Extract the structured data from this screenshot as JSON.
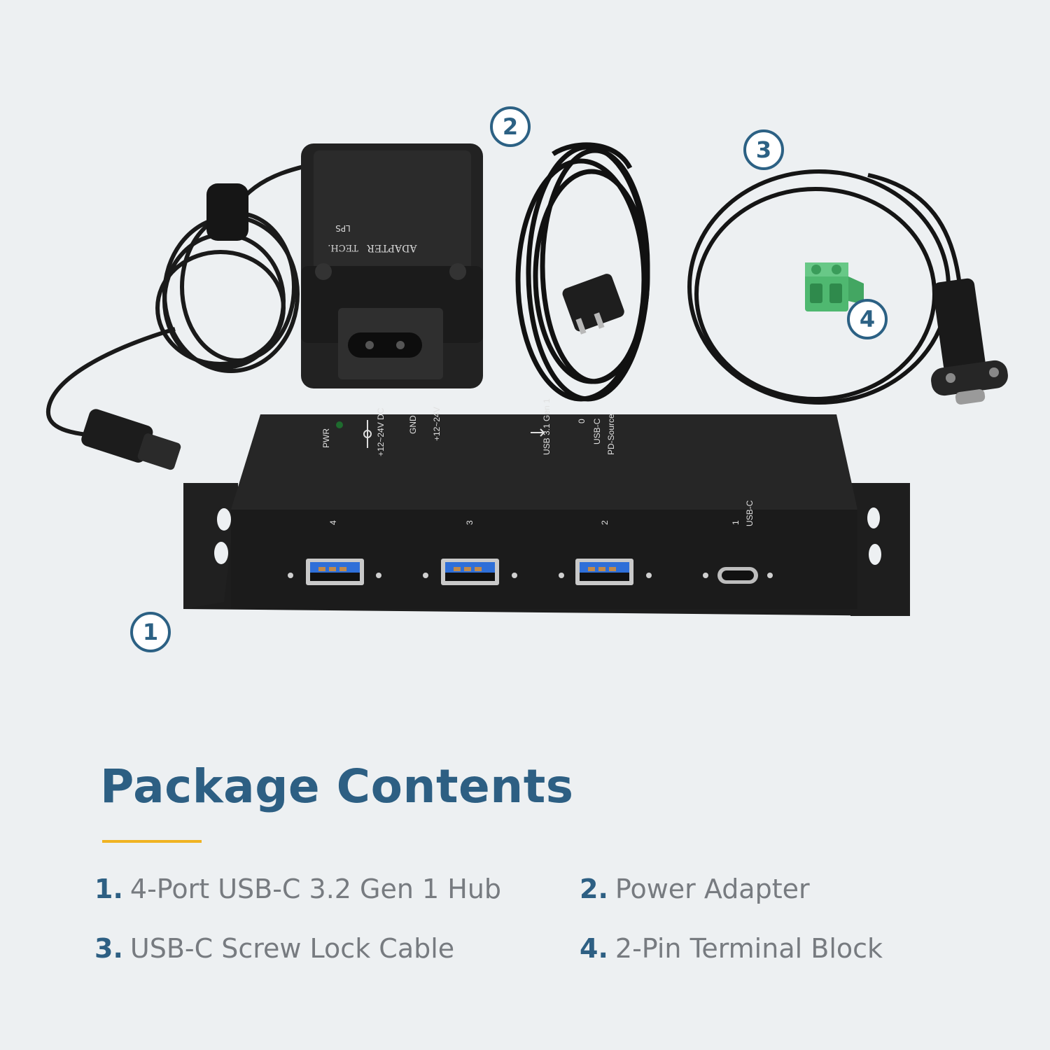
{
  "colors": {
    "background": "#edf0f2",
    "accent_blue": "#2d5f83",
    "accent_yellow": "#f0b322",
    "item_text": "#777b80",
    "terminal_block": "#4fb870"
  },
  "markers": [
    "1",
    "2",
    "3",
    "4"
  ],
  "hub_labels": {
    "pwr": "PWR",
    "dc_in": "+12~24V DC",
    "gnd": "GND",
    "v_range": "+12~24V",
    "usb_gen": "USB 3.1 Gen 1",
    "port0": "0",
    "usbc_top": "USB-C",
    "pd_source": "PD-Source",
    "port4": "4",
    "port3": "3",
    "port2": "2",
    "port1": "1",
    "usbc_front": "USB-C"
  },
  "adapter_labels": {
    "brand": "ADAPTER",
    "tech": "TECH.",
    "lps": "LPS"
  },
  "title": "Package Contents",
  "items": [
    {
      "num": "1.",
      "label": "4-Port USB-C 3.2 Gen 1 Hub"
    },
    {
      "num": "2.",
      "label": "Power Adapter"
    },
    {
      "num": "3.",
      "label": "USB-C Screw Lock Cable"
    },
    {
      "num": "4.",
      "label": "2-Pin Terminal Block"
    }
  ]
}
